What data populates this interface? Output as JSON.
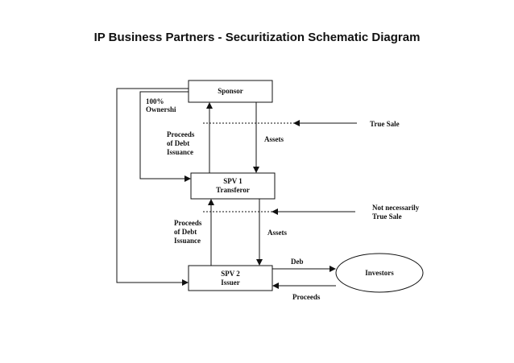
{
  "page": {
    "title": "IP Business Partners - Securitization Schematic Diagram"
  },
  "nodes": {
    "sponsor": {
      "label": "Sponsor"
    },
    "spv1": {
      "line1": "SPV 1",
      "line2": "Transferor"
    },
    "spv2": {
      "line1": "SPV 2",
      "line2": "Issuer"
    },
    "investors": {
      "label": "Investors"
    }
  },
  "edge_labels": {
    "ownership_1": "100%",
    "ownership_2": "Ownershi",
    "proceeds_top_1": "Proceeds",
    "proceeds_top_2": "of Debt",
    "proceeds_top_3": "Issuance",
    "assets_top": "Assets",
    "true_sale": "True Sale",
    "proceeds_mid_1": "Proceeds",
    "proceeds_mid_2": "of Debt",
    "proceeds_mid_3": "Issuance",
    "assets_mid": "Assets",
    "not_nec_1": "Not necessarily",
    "not_nec_2": "True Sale",
    "debt": "Deb",
    "proceeds_bottom": "Proceeds"
  }
}
